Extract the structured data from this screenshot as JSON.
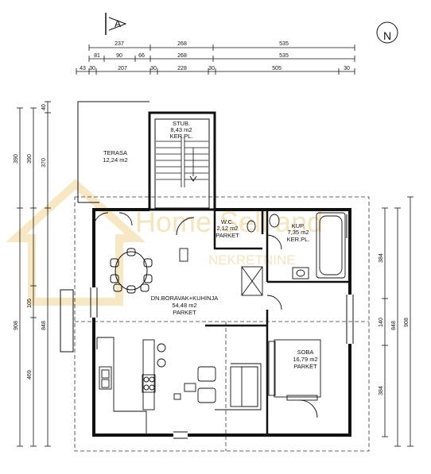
{
  "section_marker": "A",
  "north_label": "N",
  "dimensions": {
    "top_row1": [
      "237",
      "268",
      "535"
    ],
    "top_row2": [
      "81",
      "90",
      "66",
      "268",
      "535"
    ],
    "top_row3": [
      "43",
      "30",
      "207",
      "30",
      "228",
      "30",
      "505",
      "30"
    ],
    "left_col1": [
      "390",
      "908"
    ],
    "left_col2": [
      "390",
      "105",
      "469"
    ],
    "left_col3": [
      "40",
      "370",
      "848"
    ],
    "right_col1": [
      "384",
      "140",
      "384"
    ],
    "right_col2": [
      "848"
    ],
    "right_col3": [
      "908"
    ]
  },
  "rooms": [
    {
      "name": "TERASA",
      "area": "12,24 m2",
      "floor": ""
    },
    {
      "name": "STUB.",
      "area": "8,43 m2",
      "floor": "KER.PL."
    },
    {
      "name": "W.C.",
      "area": "2,12 m2",
      "floor": "PARKET"
    },
    {
      "name": "KUP.",
      "area": "7,35 m2",
      "floor": "KER.PL."
    },
    {
      "name": "DN.BORAVAK+KUHINJA",
      "area": "54,48 m2",
      "floor": "PARKET"
    },
    {
      "name": "SOBA",
      "area": "16,79 m2",
      "floor": "PARKET"
    }
  ],
  "watermark": {
    "line1": "Home Sell and",
    "line2": "NEKRETNINE"
  }
}
